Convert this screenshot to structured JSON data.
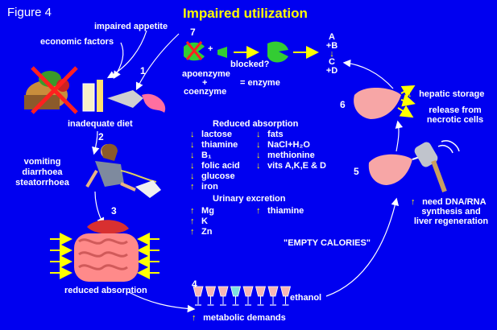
{
  "figure_label": "Figure 4",
  "title": "Impaired utilization",
  "steps": {
    "s1": "1",
    "s2": "2",
    "s3": "3",
    "s4": "4",
    "s5": "5",
    "s6": "6",
    "s7": "7"
  },
  "causes": {
    "impaired_appetite": "impaired appetite",
    "economic_factors": "economic factors",
    "inadequate_diet": "inadequate diet",
    "vomiting": "vomiting",
    "diarrhoea": "diarrhoea",
    "steatorrhoea": "steatorrhoea",
    "reduced_absorption": "reduced absorption"
  },
  "enzyme": {
    "blocked": "blocked?",
    "apoenzyme": "apoenzyme",
    "plus": "+",
    "coenzyme": "coenzyme",
    "equals_enzyme": "= enzyme",
    "product_lines": [
      "A",
      "+B",
      "C",
      "+D"
    ]
  },
  "reduced_absorption_header": "Reduced absorption",
  "reduced_absorption_left": [
    {
      "dir": "down",
      "label": "lactose"
    },
    {
      "dir": "down",
      "label": "thiamine"
    },
    {
      "dir": "down",
      "label": "B₁"
    },
    {
      "dir": "down",
      "label": "folic acid"
    },
    {
      "dir": "down",
      "label": "glucose"
    },
    {
      "dir": "up",
      "label": "iron"
    }
  ],
  "reduced_absorption_right": [
    {
      "dir": "down",
      "label": "fats"
    },
    {
      "dir": "down",
      "label": "NaCl+H₂O"
    },
    {
      "dir": "down",
      "label": "methionine"
    },
    {
      "dir": "down",
      "label": "vits A,K,E & D"
    }
  ],
  "urinary_header": "Urinary excretion",
  "urinary_left": [
    {
      "dir": "up",
      "label": "Mg"
    },
    {
      "dir": "up",
      "label": "K"
    },
    {
      "dir": "up",
      "label": "Zn"
    }
  ],
  "urinary_right": [
    {
      "dir": "up",
      "label": "thiamine"
    }
  ],
  "empty_calories": "\"EMPTY CALORIES\"",
  "ethanol": "ethanol",
  "metabolic_demands": "metabolic  demands",
  "liver": {
    "hepatic_storage": "hepatic storage",
    "release_line1": "release from",
    "release_line2": "necrotic cells",
    "need_line1": "need DNA/RNA",
    "need_line2": "synthesis and",
    "need_line3": "liver regeneration"
  },
  "arrow_glyphs": {
    "up": "↑",
    "down": "↓"
  },
  "colors": {
    "background": "#0000f0",
    "title": "#ffff00",
    "arrow": "#ffff00",
    "text": "#ffffff",
    "liver": "#f7a6a6",
    "enzyme": "#33cc33"
  }
}
